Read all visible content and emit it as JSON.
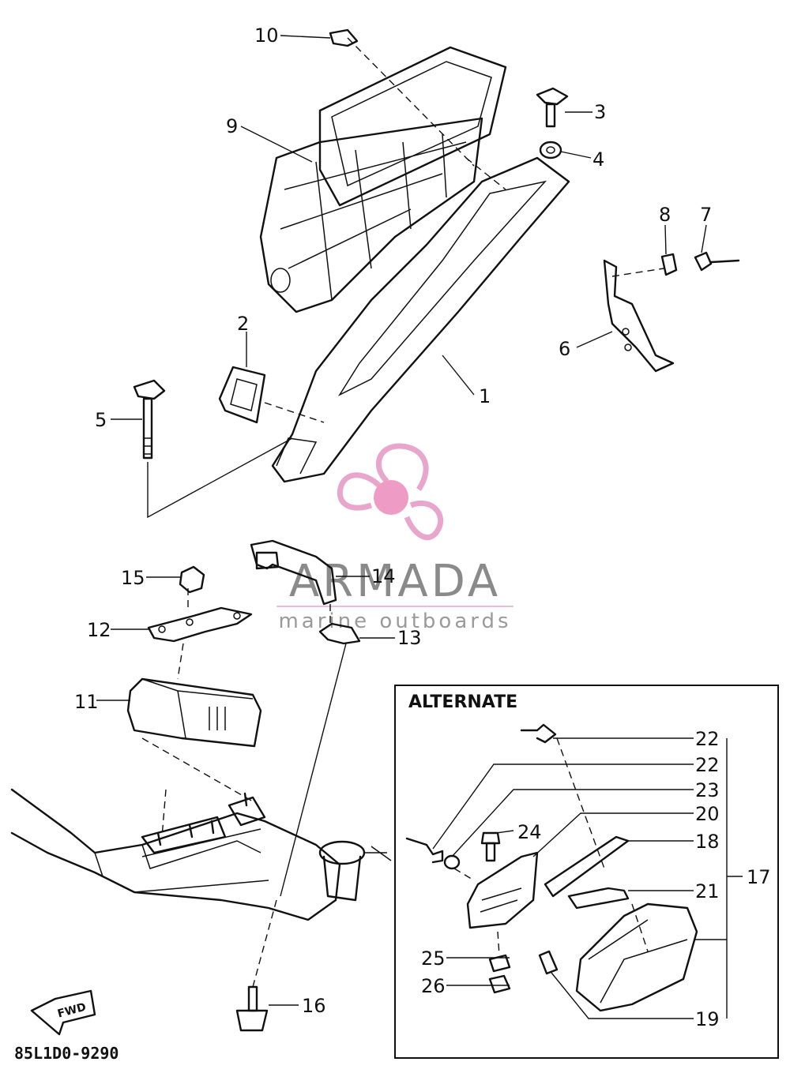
{
  "diagram": {
    "drawing_number": "85L1D0-9290",
    "alternate_label": "ALTERNATE",
    "fwd_label": "FWD",
    "callouts": [
      "1",
      "2",
      "3",
      "4",
      "5",
      "6",
      "7",
      "8",
      "9",
      "10",
      "11",
      "12",
      "13",
      "14",
      "15",
      "16",
      "17",
      "18",
      "19",
      "20",
      "21",
      "22",
      "22",
      "23",
      "24",
      "25",
      "26"
    ]
  },
  "watermark": {
    "brand": "ARMADA",
    "tagline": "marine outboards",
    "accent_color": "#e8a6cc",
    "hub_color": "#ee9cc6"
  }
}
